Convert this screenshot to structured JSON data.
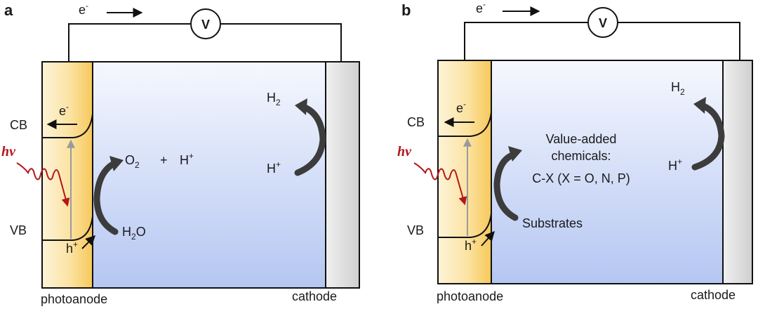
{
  "panels": [
    {
      "letter": "a",
      "electron": "e",
      "electron_sup": "-",
      "voltmeter": "V",
      "cb": "CB",
      "vb": "VB",
      "hv": "hv",
      "band_electron": "e",
      "band_electron_sup": "-",
      "hole": "h",
      "hole_sup": "+",
      "anode_product": "O",
      "anode_product_sub": "2",
      "plus": "+",
      "proton": "H",
      "proton_sup": "+",
      "reactant": "H",
      "reactant_sub": "2",
      "reactant_tail": "O",
      "cathode_product": "H",
      "cathode_product_sub": "2",
      "cathode_reactant": "H",
      "cathode_reactant_sup": "+",
      "photoanode": "photoanode",
      "cathode": "cathode"
    },
    {
      "letter": "b",
      "electron": "e",
      "electron_sup": "-",
      "voltmeter": "V",
      "cb": "CB",
      "vb": "VB",
      "hv": "hv",
      "band_electron": "e",
      "band_electron_sup": "-",
      "hole": "h",
      "hole_sup": "+",
      "products_line1": "Value-added",
      "products_line2": "chemicals:",
      "products_line3": "C-X (X = O, N, P)",
      "substrates": "Substrates",
      "cathode_product": "H",
      "cathode_product_sub": "2",
      "cathode_reactant": "H",
      "cathode_reactant_sup": "+",
      "photoanode": "photoanode",
      "cathode": "cathode"
    }
  ],
  "colors": {
    "photoanode_fill": "#f7c85a",
    "electrolyte_top": "#f4f6fe",
    "electrolyte_bottom": "#b6c8f3",
    "cathode_fill": "#d8d8d8",
    "photon_wave": "#b3161b",
    "curved_arrow": "#3c3c3c"
  }
}
